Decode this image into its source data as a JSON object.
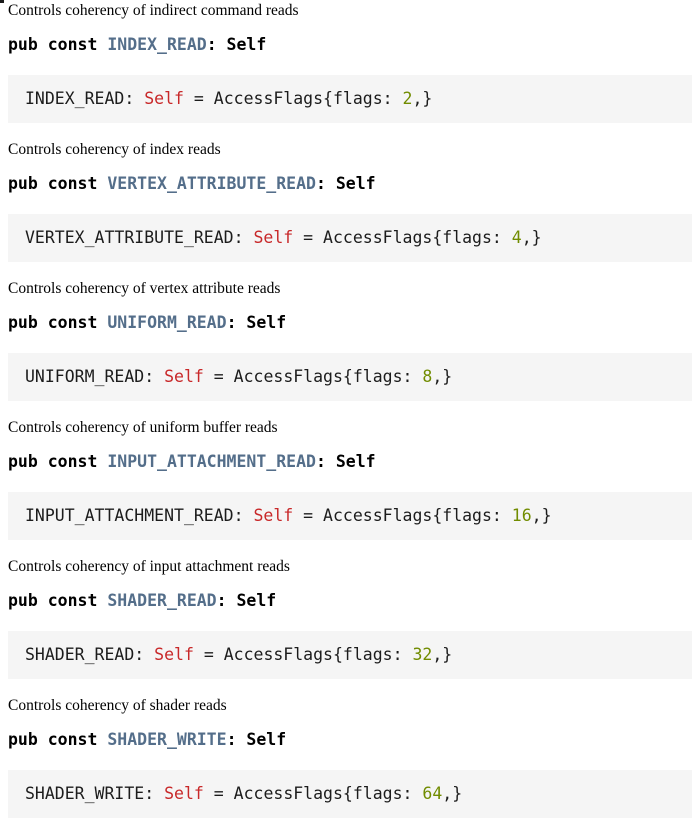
{
  "page": {
    "kind": "rustdoc-associated-constants-list",
    "struct_name": "AccessFlags",
    "colors": {
      "const_link": "#546e8a",
      "self_keyword": "#c82829",
      "number_literal": "#718c00",
      "code_background": "#f5f5f5",
      "text": "#000000"
    }
  },
  "tokens": {
    "pub_const": "pub const ",
    "colon_self": ": Self",
    "colon": ": ",
    "self_ty": "Self",
    "assign": " = AccessFlags{flags: ",
    "close": ",}"
  },
  "sections": [
    {
      "doc": "Controls coherency of indirect command reads",
      "name": "INDEX_READ",
      "flags": "2"
    },
    {
      "doc": "Controls coherency of index reads",
      "name": "VERTEX_ATTRIBUTE_READ",
      "flags": "4"
    },
    {
      "doc": "Controls coherency of vertex attribute reads",
      "name": "UNIFORM_READ",
      "flags": "8"
    },
    {
      "doc": "Controls coherency of uniform buffer reads",
      "name": "INPUT_ATTACHMENT_READ",
      "flags": "16"
    },
    {
      "doc": "Controls coherency of input attachment reads",
      "name": "SHADER_READ",
      "flags": "32"
    },
    {
      "doc": "Controls coherency of shader reads",
      "name": "SHADER_WRITE",
      "flags": "64"
    }
  ]
}
